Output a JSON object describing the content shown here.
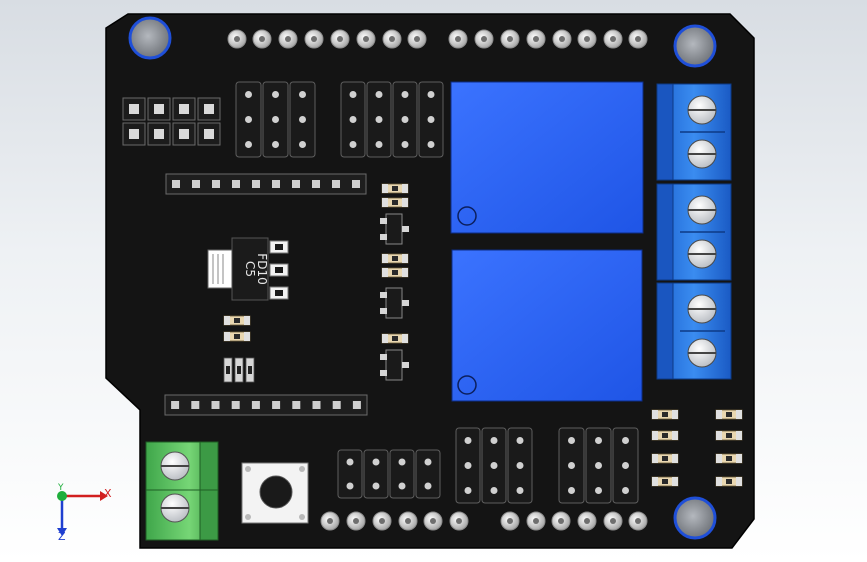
{
  "viewer": {
    "axis_labels": {
      "x": "X",
      "y": "Y",
      "z": "Z"
    },
    "colors": {
      "background_top": "#d8dde3",
      "board": "#131313",
      "relay": "#2a63f0",
      "terminal_blue": "#2f7ee8",
      "terminal_green": "#5fc85f",
      "mount_ring": "#1f4fd8",
      "axis_x": "#d21f1f",
      "axis_y": "#1fae3b",
      "axis_z": "#1f3fd0"
    }
  },
  "board": {
    "regulator_marking": {
      "line1": "C5",
      "line2": "FD10"
    },
    "relay_count": 2,
    "screw_terminal_blocks_right": 3,
    "screw_terminal_block_left": 1
  }
}
